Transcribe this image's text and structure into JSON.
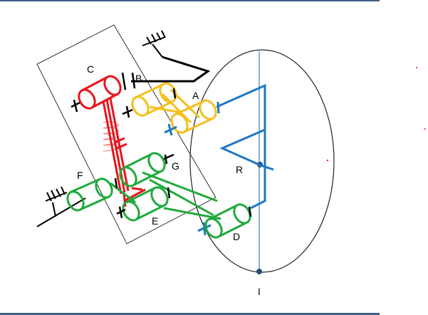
{
  "labels": {
    "C": "C",
    "B": "B",
    "A": "A",
    "F": "F",
    "G": "G",
    "R": "R",
    "E": "E",
    "D": "D",
    "I": "I"
  },
  "colors": {
    "frame_border": "#3f5f86",
    "red_link": "#e8141c",
    "yellow_link": "#f4c01c",
    "green_link": "#1faa3c",
    "blue_link": "#1c78c4",
    "axis_line": "#5a8fc8",
    "pin_point": "#2b4a7a",
    "black_link": "#000000"
  }
}
